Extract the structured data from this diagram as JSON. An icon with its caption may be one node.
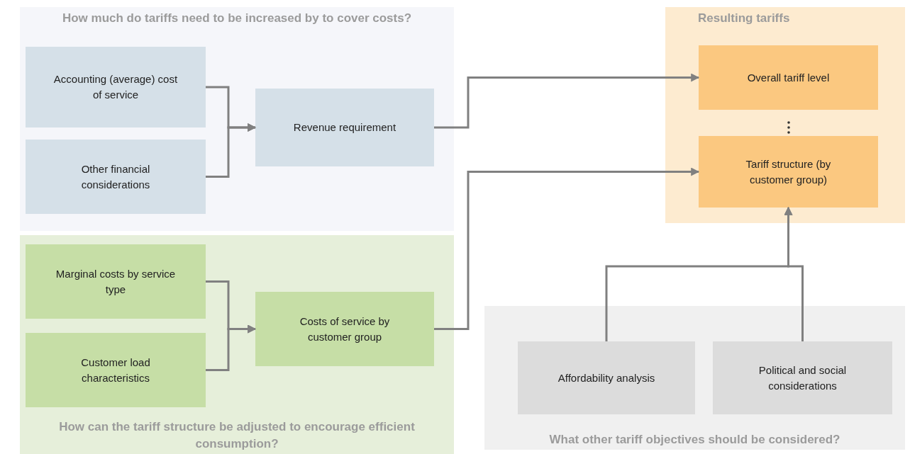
{
  "diagram": {
    "nodes": [
      {
        "text": [
          "How much do tariffs need to be increased by to cover costs?"
        ]
      },
      {
        "text": [
          "Accounting (average) cost of service"
        ],
        "in": 0
      },
      {
        "text": [
          "Other financial considerations"
        ],
        "in": 0
      },
      {
        "text": [
          "Revenue requirement"
        ],
        "in": 0
      },
      {
        "text": [
          "Resulting tariffs"
        ]
      },
      {
        "text": [
          "Overall tariff level"
        ],
        "in": 4
      },
      {
        "text": [
          "Tariff structure (by customer group)"
        ],
        "in": 4
      },
      {
        "text": [
          "How can the tariff structure be adjusted to encourage efficient consumption?"
        ]
      },
      {
        "text": [
          "Marginal costs by service type"
        ],
        "in": 7
      },
      {
        "text": [
          "Customer load characteristics"
        ],
        "in": 7
      },
      {
        "text": [
          "Costs of service by customer group"
        ],
        "in": 7
      },
      {
        "text": [
          "What other tariff objectives should be considered?"
        ]
      },
      {
        "text": [
          "Affordability analysis"
        ],
        "in": 11
      },
      {
        "text": [
          "Political and social considerations"
        ],
        "in": 11
      }
    ],
    "edges": [
      {
        "from": 1,
        "to": 3,
        "arrow": "to"
      },
      {
        "from": 2,
        "to": 3,
        "arrow": "to"
      },
      {
        "from": 3,
        "to": 5,
        "arrow": "to"
      },
      {
        "from": 8,
        "to": 10,
        "arrow": "to"
      },
      {
        "from": 9,
        "to": 10,
        "arrow": "to"
      },
      {
        "from": 10,
        "to": 6,
        "arrow": "to"
      },
      {
        "from": 12,
        "to": 6,
        "arrow": "to"
      },
      {
        "from": 13,
        "to": 6,
        "arrow": "to"
      }
    ]
  }
}
